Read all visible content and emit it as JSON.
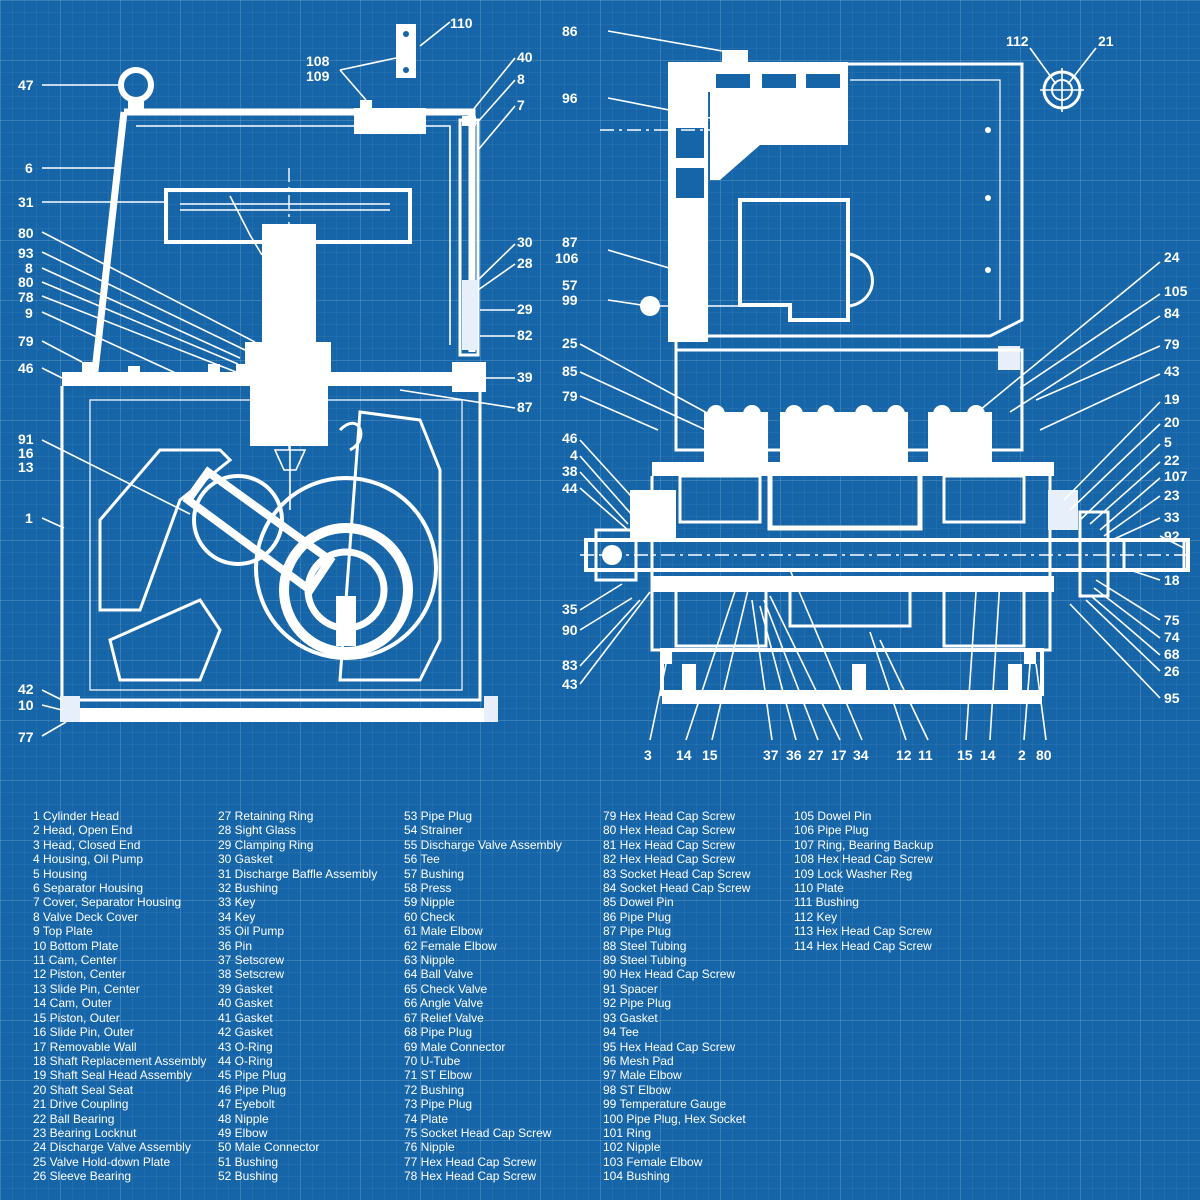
{
  "colors": {
    "background": "#1565a8",
    "grid": "#ffffff",
    "ink": "#ffffff"
  },
  "callouts": {
    "left_view": [
      "47",
      "6",
      "31",
      "80",
      "93",
      "8",
      "80",
      "78",
      "9",
      "79",
      "46",
      "91",
      "16",
      "13",
      "1",
      "42",
      "10",
      "77",
      "110",
      "108",
      "109",
      "40",
      "8",
      "7",
      "30",
      "28",
      "29",
      "82",
      "39",
      "87"
    ],
    "right_view": [
      "86",
      "96",
      "87",
      "106",
      "57",
      "99",
      "25",
      "85",
      "79",
      "46",
      "4",
      "38",
      "44",
      "35",
      "90",
      "83",
      "43",
      "112",
      "21",
      "24",
      "105",
      "84",
      "79",
      "43",
      "19",
      "20",
      "5",
      "22",
      "107",
      "23",
      "33",
      "92",
      "18",
      "75",
      "74",
      "68",
      "26",
      "95",
      "3",
      "14",
      "15",
      "37",
      "36",
      "27",
      "17",
      "34",
      "12",
      "11",
      "15",
      "14",
      "2",
      "80"
    ]
  },
  "legend": {
    "columns": [
      [
        "1 Cylinder Head",
        "2 Head, Open End",
        "3 Head, Closed End",
        "4 Housing, Oil Pump",
        "5 Housing",
        "6 Separator Housing",
        "7 Cover, Separator Housing",
        "8 Valve Deck Cover",
        "9 Top Plate",
        "10 Bottom Plate",
        "11 Cam, Center",
        "12 Piston, Center",
        "13 Slide Pin, Center",
        "14 Cam, Outer",
        "15 Piston, Outer",
        "16 Slide Pin, Outer",
        "17 Removable Wall",
        "18 Shaft Replacement Assembly",
        "19 Shaft Seal Head Assembly",
        "20 Shaft Seal Seat",
        "21 Drive Coupling",
        "22 Ball Bearing",
        "23 Bearing Locknut",
        "24 Discharge Valve Assembly",
        "25 Valve Hold-down Plate",
        "26 Sleeve Bearing"
      ],
      [
        "27 Retaining Ring",
        "28 Sight Glass",
        "29 Clamping Ring",
        "30 Gasket",
        "31 Discharge Baffle Assembly",
        "32 Bushing",
        "33 Key",
        "34 Key",
        "35 Oil Pump",
        "36 Pin",
        "37 Setscrew",
        "38 Setscrew",
        "39 Gasket",
        "40 Gasket",
        "41 Gasket",
        "42 Gasket",
        "43 O-Ring",
        "44 O-Ring",
        "45 Pipe Plug",
        "46 Pipe Plug",
        "47 Eyebolt",
        "48 Nipple",
        "49 Elbow",
        "50 Male Connector",
        "51 Bushing",
        "52 Bushing"
      ],
      [
        "53 Pipe Plug",
        "54 Strainer",
        "55 Discharge Valve Assembly",
        "56 Tee",
        "57 Bushing",
        "58 Press",
        "59 Nipple",
        "60 Check",
        "61 Male Elbow",
        "62 Female Elbow",
        "63 Nipple",
        "64 Ball Valve",
        "65 Check Valve",
        "66 Angle Valve",
        "67 Relief Valve",
        "68 Pipe Plug",
        "69 Male Connector",
        "70 U-Tube",
        "71 ST Elbow",
        "72 Bushing",
        "73 Pipe Plug",
        "74 Plate",
        "75 Socket Head Cap Screw",
        "76 Nipple",
        "77 Hex Head Cap Screw",
        "78 Hex Head Cap Screw"
      ],
      [
        "79 Hex Head Cap Screw",
        "80 Hex Head Cap Screw",
        "81 Hex Head Cap Screw",
        "82 Hex Head Cap Screw",
        "83 Socket Head Cap Screw",
        "84 Socket Head Cap Screw",
        "85 Dowel Pin",
        "86 Pipe Plug",
        "87 Pipe Plug",
        "88 Steel Tubing",
        "89 Steel Tubing",
        "90 Hex Head Cap Screw",
        "91 Spacer",
        "92 Pipe Plug",
        "93 Gasket",
        "94 Tee",
        "95 Hex Head Cap Screw",
        "96 Mesh Pad",
        "97 Male Elbow",
        "98 ST Elbow",
        "99 Temperature Gauge",
        "100 Pipe Plug, Hex Socket",
        "101 Ring",
        "102 Nipple",
        "103 Female Elbow",
        "104 Bushing"
      ],
      [
        "105 Dowel Pin",
        "106 Pipe Plug",
        "107 Ring, Bearing Backup",
        "108 Hex Head Cap Screw",
        "109 Lock Washer Reg",
        "110 Plate",
        "111 Bushing",
        "112 Key",
        "113 Hex Head Cap Screw",
        "114 Hex Head Cap Screw"
      ]
    ]
  }
}
